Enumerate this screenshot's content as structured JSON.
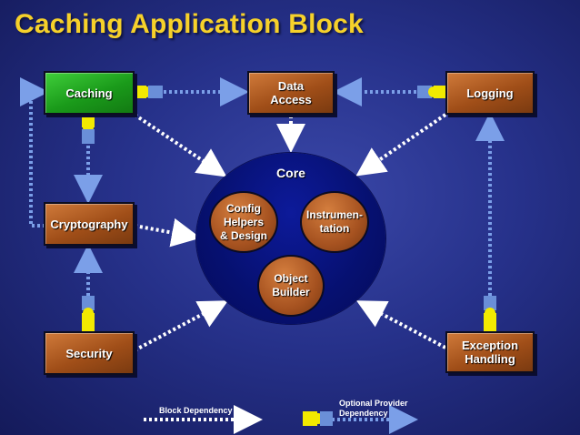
{
  "slide": {
    "title": "Caching Application Block"
  },
  "blocks": {
    "caching": "Caching",
    "data_access": "Data\nAccess",
    "logging": "Logging",
    "cryptography": "Cryptography",
    "security": "Security",
    "exception_handling": "Exception\nHandling"
  },
  "core": {
    "label": "Core",
    "config_helpers": "Config\nHelpers\n& Design",
    "instrumentation": "Instrumen-\ntation",
    "object_builder": "Object\nBuilder"
  },
  "legend": {
    "block_dependency": "Block Dependency",
    "optional_provider_dependency": "Optional Provider\nDependency"
  },
  "colors": {
    "title": "#f6d12a",
    "block_orange": "#a04e18",
    "block_green": "#1a9a1a",
    "connector_yellow": "#f2ea00",
    "connector_blue": "#6a8fd8",
    "dependency_line": "#ffffff",
    "provider_line": "#7b9fe8"
  }
}
